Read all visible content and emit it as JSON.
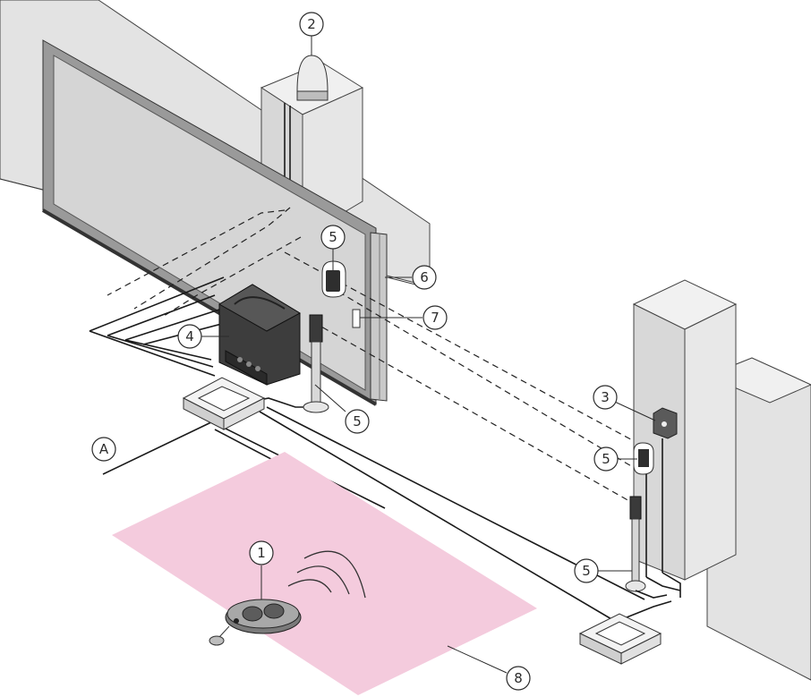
{
  "figure": {
    "colors": {
      "wall": "#e2e2e2",
      "wall_shade": "#cfcfcf",
      "gate_panel": "#d4d4d4",
      "gate_frame": "#9a9a9a",
      "motor": "#3d3d3d",
      "pink_zone": "#f4cbdd",
      "wire": "#1a1a1a"
    },
    "callouts": [
      {
        "id": "c1",
        "label": "1",
        "component": "remote-control"
      },
      {
        "id": "c2",
        "label": "2",
        "component": "flashing-light"
      },
      {
        "id": "c3",
        "label": "3",
        "component": "key-selector"
      },
      {
        "id": "c4",
        "label": "4",
        "component": "gate-motor"
      },
      {
        "id": "c5a",
        "label": "5",
        "component": "photocell"
      },
      {
        "id": "c5b",
        "label": "5",
        "component": "photocell"
      },
      {
        "id": "c5c",
        "label": "5",
        "component": "photocell"
      },
      {
        "id": "c5d",
        "label": "5",
        "component": "photocell"
      },
      {
        "id": "c6",
        "label": "6",
        "component": "safety-edge"
      },
      {
        "id": "c7",
        "label": "7",
        "component": "gate-stop"
      },
      {
        "id": "c8",
        "label": "8",
        "component": "range-zone"
      },
      {
        "id": "cA",
        "label": "A",
        "component": "power-supply-cable"
      }
    ]
  }
}
